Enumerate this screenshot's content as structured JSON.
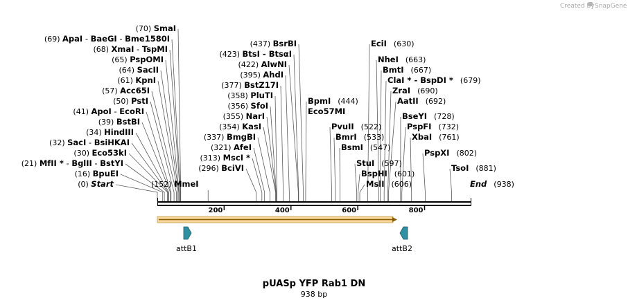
{
  "credit": {
    "text": "Created by",
    "brand": "SnapGene"
  },
  "map": {
    "title": "pUASp YFP Rab1 DN",
    "length_label": "938 bp",
    "length_bp": 938,
    "tick_labels": [
      "200",
      "400",
      "600",
      "800"
    ],
    "colors": {
      "orf_fill": "#f0c17a",
      "orf_edge": "#8a5a00",
      "att_fill": "#2f8fa3",
      "backbone": "#000000"
    }
  },
  "enzymes_left": [
    {
      "pos": 70,
      "pos_label": "(70)",
      "name": "SmaI",
      "extra": []
    },
    {
      "pos": 69,
      "pos_label": "(69)",
      "name": "ApaI",
      "extra": [
        "BaeGI",
        "Bme1580I"
      ]
    },
    {
      "pos": 68,
      "pos_label": "(68)",
      "name": "XmaI",
      "extra": [
        "TspMI"
      ]
    },
    {
      "pos": 65,
      "pos_label": "(65)",
      "name": "PspOMI",
      "extra": []
    },
    {
      "pos": 64,
      "pos_label": "(64)",
      "name": "SacII",
      "extra": []
    },
    {
      "pos": 61,
      "pos_label": "(61)",
      "name": "KpnI",
      "extra": []
    },
    {
      "pos": 57,
      "pos_label": "(57)",
      "name": "Acc65I",
      "extra": []
    },
    {
      "pos": 50,
      "pos_label": "(50)",
      "name": "PstI",
      "extra": []
    },
    {
      "pos": 41,
      "pos_label": "(41)",
      "name": "ApoI",
      "extra": [
        "EcoRI"
      ]
    },
    {
      "pos": 39,
      "pos_label": "(39)",
      "name": "BstBI",
      "extra": []
    },
    {
      "pos": 34,
      "pos_label": "(34)",
      "name": "HindIII",
      "extra": []
    },
    {
      "pos": 32,
      "pos_label": "(32)",
      "name": "SacI",
      "extra": [
        "BsiHKAI"
      ]
    },
    {
      "pos": 30,
      "pos_label": "(30)",
      "name": "Eco53kI",
      "extra": []
    },
    {
      "pos": 21,
      "pos_label": "(21)",
      "name": "MfII *",
      "extra": [
        "BglII",
        "BstYI"
      ]
    },
    {
      "pos": 16,
      "pos_label": "(16)",
      "name": "BpuEI",
      "extra": []
    },
    {
      "pos": 0,
      "pos_label": "(0)",
      "name": "Start",
      "extra": []
    },
    {
      "pos": 152,
      "pos_label": "(152)",
      "name": "MmeI",
      "extra": []
    }
  ],
  "enzymes_mid": [
    {
      "pos": 437,
      "pos_label": "(437)",
      "name": "BsrBI"
    },
    {
      "pos": 423,
      "pos_label": "(423)",
      "name": "BtsI - BtsαI"
    },
    {
      "pos": 422,
      "pos_label": "(422)",
      "name": "AlwNI"
    },
    {
      "pos": 395,
      "pos_label": "(395)",
      "name": "AhdI"
    },
    {
      "pos": 377,
      "pos_label": "(377)",
      "name": "BstZ17I"
    },
    {
      "pos": 358,
      "pos_label": "(358)",
      "name": "PluTI"
    },
    {
      "pos": 356,
      "pos_label": "(356)",
      "name": "SfoI"
    },
    {
      "pos": 355,
      "pos_label": "(355)",
      "name": "NarI"
    },
    {
      "pos": 354,
      "pos_label": "(354)",
      "name": "KasI"
    },
    {
      "pos": 337,
      "pos_label": "(337)",
      "name": "BmgBI"
    },
    {
      "pos": 321,
      "pos_label": "(321)",
      "name": "AfeI"
    },
    {
      "pos": 313,
      "pos_label": "(313)",
      "name": "MscI *"
    },
    {
      "pos": 296,
      "pos_label": "(296)",
      "name": "BciVI"
    }
  ],
  "enzymes_center": [
    {
      "pos": 444,
      "pos_label": "(444)",
      "name": "BpmI"
    },
    {
      "pos": 444,
      "pos_label": "",
      "name": "Eco57MI"
    },
    {
      "pos": 522,
      "pos_label": "(522)",
      "name": "PvuII"
    },
    {
      "pos": 533,
      "pos_label": "(533)",
      "name": "BmrI"
    },
    {
      "pos": 547,
      "pos_label": "(547)",
      "name": "BsmI"
    },
    {
      "pos": 597,
      "pos_label": "(597)",
      "name": "StuI"
    },
    {
      "pos": 601,
      "pos_label": "(601)",
      "name": "BspHI"
    },
    {
      "pos": 606,
      "pos_label": "(606)",
      "name": "MslI"
    }
  ],
  "enzymes_right": [
    {
      "pos": 630,
      "pos_label": "(630)",
      "name": "EciI"
    },
    {
      "pos": 663,
      "pos_label": "(663)",
      "name": "NheI"
    },
    {
      "pos": 667,
      "pos_label": "(667)",
      "name": "BmtI"
    },
    {
      "pos": 679,
      "pos_label": "(679)",
      "name": "ClaI * - BspDI *"
    },
    {
      "pos": 690,
      "pos_label": "(690)",
      "name": "ZraI"
    },
    {
      "pos": 692,
      "pos_label": "(692)",
      "name": "AatII"
    },
    {
      "pos": 728,
      "pos_label": "(728)",
      "name": "BseYI"
    },
    {
      "pos": 732,
      "pos_label": "(732)",
      "name": "PspFI"
    },
    {
      "pos": 761,
      "pos_label": "(761)",
      "name": "XbaI"
    },
    {
      "pos": 802,
      "pos_label": "(802)",
      "name": "PspXI"
    },
    {
      "pos": 881,
      "pos_label": "(881)",
      "name": "TsoI"
    },
    {
      "pos": 938,
      "pos_label": "(938)",
      "name": "End"
    }
  ],
  "features": [
    {
      "name": "attB1",
      "start": 78,
      "end": 98,
      "direction": "forward"
    },
    {
      "name": "attB2",
      "start": 725,
      "end": 745,
      "direction": "reverse"
    }
  ],
  "orf": {
    "start": 0,
    "end": 712,
    "direction": "forward"
  }
}
